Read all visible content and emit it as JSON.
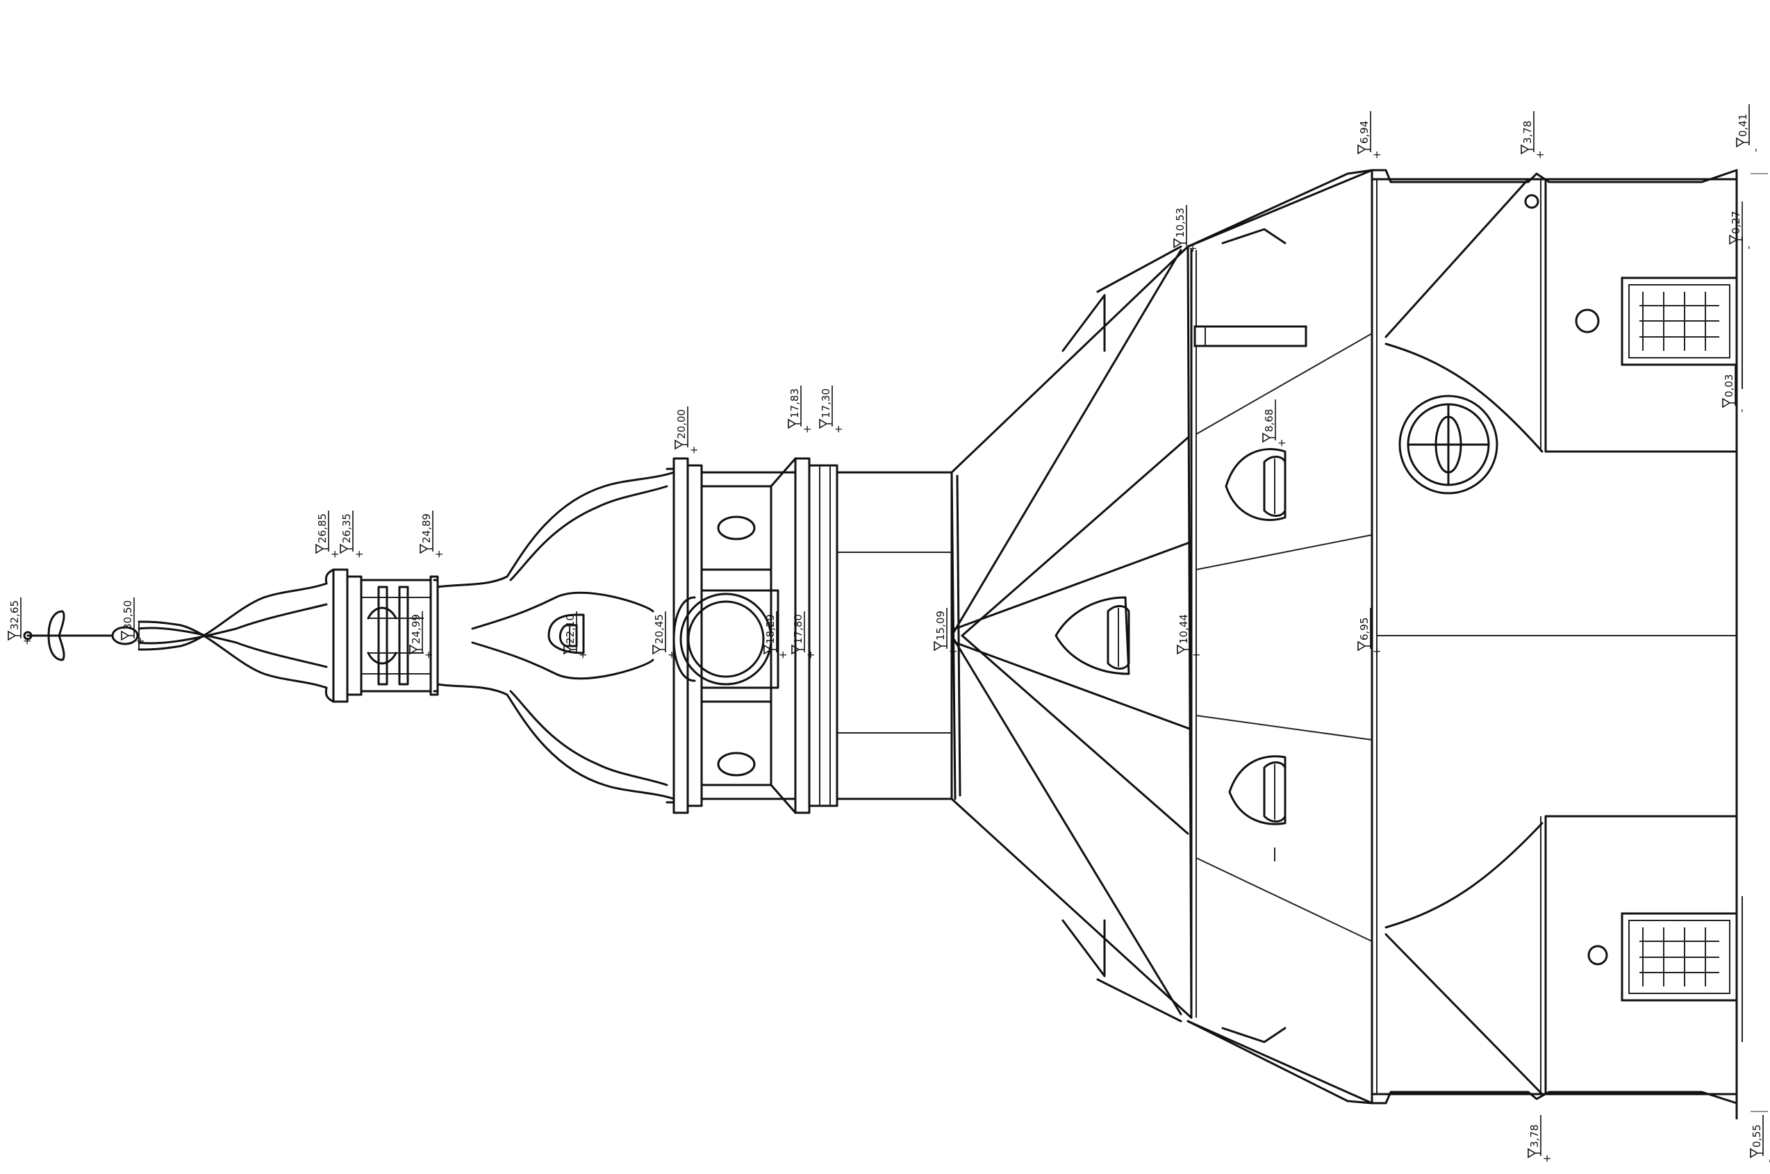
{
  "drawing": {
    "type": "architectural elevation of a church tower with baroque spire (rotated 90 degrees)",
    "levels": [
      {
        "id": "lv-3265",
        "label": "32,65",
        "sign": "+"
      },
      {
        "id": "lv-3050",
        "label": "30,50",
        "sign": "+"
      },
      {
        "id": "lv-2685",
        "label": "26,85",
        "sign": "+"
      },
      {
        "id": "lv-2635",
        "label": "26,35",
        "sign": "+"
      },
      {
        "id": "lv-2489",
        "label": "24,89",
        "sign": "+"
      },
      {
        "id": "lv-2499",
        "label": "24,99",
        "sign": "+"
      },
      {
        "id": "lv-2210",
        "label": "22,10",
        "sign": "+"
      },
      {
        "id": "lv-2000",
        "label": "20,00",
        "sign": "+"
      },
      {
        "id": "lv-2045",
        "label": "20,45",
        "sign": "+"
      },
      {
        "id": "lv-1829",
        "label": "18,29",
        "sign": "+"
      },
      {
        "id": "lv-1783",
        "label": "17,83",
        "sign": "+"
      },
      {
        "id": "lv-1780",
        "label": "17,80",
        "sign": "+"
      },
      {
        "id": "lv-1730",
        "label": "17,30",
        "sign": "+"
      },
      {
        "id": "lv-1509",
        "label": "15,09",
        "sign": "+"
      },
      {
        "id": "lv-1053",
        "label": "10,53",
        "sign": "+"
      },
      {
        "id": "lv-1044",
        "label": "10,44",
        "sign": "+"
      },
      {
        "id": "lv-868",
        "label": "8,68",
        "sign": "+"
      },
      {
        "id": "lv-694",
        "label": "6,94",
        "sign": "+"
      },
      {
        "id": "lv-695",
        "label": "6,95",
        "sign": "+"
      },
      {
        "id": "lv-378a",
        "label": "3,78",
        "sign": "+"
      },
      {
        "id": "lv-378b",
        "label": "3,78",
        "sign": "+"
      },
      {
        "id": "lv-041",
        "label": "0,41",
        "sign": "-"
      },
      {
        "id": "lv-027",
        "label": "0,27",
        "sign": "-"
      },
      {
        "id": "lv-003",
        "label": "0,03",
        "sign": "-"
      },
      {
        "id": "lv-055",
        "label": "0,55",
        "sign": "-"
      }
    ]
  }
}
